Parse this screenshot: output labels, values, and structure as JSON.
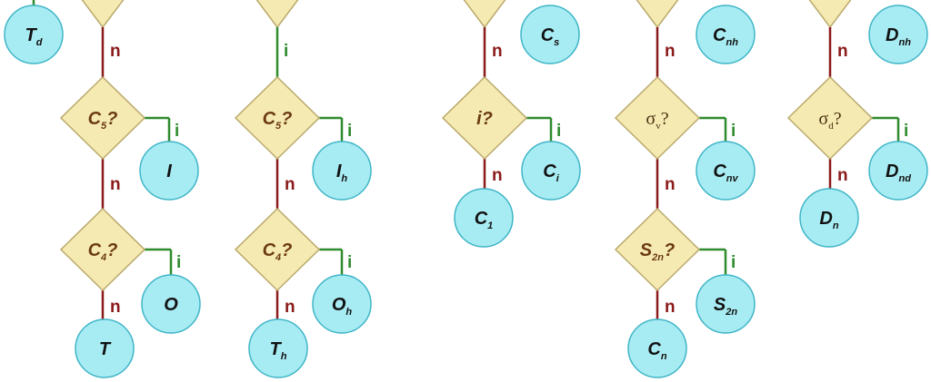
{
  "colors": {
    "circle_fill": "#a8ecf3",
    "circle_stroke": "#3fb5c7",
    "diamond_fill": "#f6eab3",
    "diamond_stroke": "#b9a96a",
    "no_edge": "#8b1a1a",
    "yes_edge": "#2e8b2e"
  },
  "branch_labels": {
    "no": "n",
    "yes": "i"
  },
  "columns": [
    {
      "top_result": {
        "main": "T",
        "sub": "d"
      },
      "decisions": [
        {
          "main": "C",
          "sub": "5",
          "suffix": "?",
          "yes": {
            "main": "I",
            "sub": ""
          }
        },
        {
          "main": "C",
          "sub": "4",
          "suffix": "?",
          "yes": {
            "main": "O",
            "sub": ""
          }
        }
      ],
      "final": {
        "main": "T",
        "sub": ""
      }
    },
    {
      "decisions": [
        {
          "main": "C",
          "sub": "5",
          "suffix": "?",
          "yes": {
            "main": "I",
            "sub": "h"
          }
        },
        {
          "main": "C",
          "sub": "4",
          "suffix": "?",
          "yes": {
            "main": "O",
            "sub": "h"
          }
        }
      ],
      "final": {
        "main": "T",
        "sub": "h"
      }
    },
    {
      "top_result": {
        "main": "C",
        "sub": "s"
      },
      "decisions": [
        {
          "main": "i",
          "sub": "",
          "suffix": "?",
          "yes": {
            "main": "C",
            "sub": "i"
          }
        }
      ],
      "final": {
        "main": "C",
        "sub": "1"
      }
    },
    {
      "top_result": {
        "main": "C",
        "sub": "nh"
      },
      "decisions": [
        {
          "main": "σ",
          "sub": "v",
          "suffix": "?",
          "plain": true,
          "yes": {
            "main": "C",
            "sub": "nv"
          }
        },
        {
          "main": "S",
          "sub": "2n",
          "suffix": "?",
          "yes": {
            "main": "S",
            "sub": "2n"
          }
        }
      ],
      "final": {
        "main": "C",
        "sub": "n"
      }
    },
    {
      "top_result": {
        "main": "D",
        "sub": "nh"
      },
      "decisions": [
        {
          "main": "σ",
          "sub": "d",
          "suffix": "?",
          "plain": true,
          "yes": {
            "main": "D",
            "sub": "nd"
          }
        }
      ],
      "final": {
        "main": "D",
        "sub": "n"
      }
    }
  ]
}
